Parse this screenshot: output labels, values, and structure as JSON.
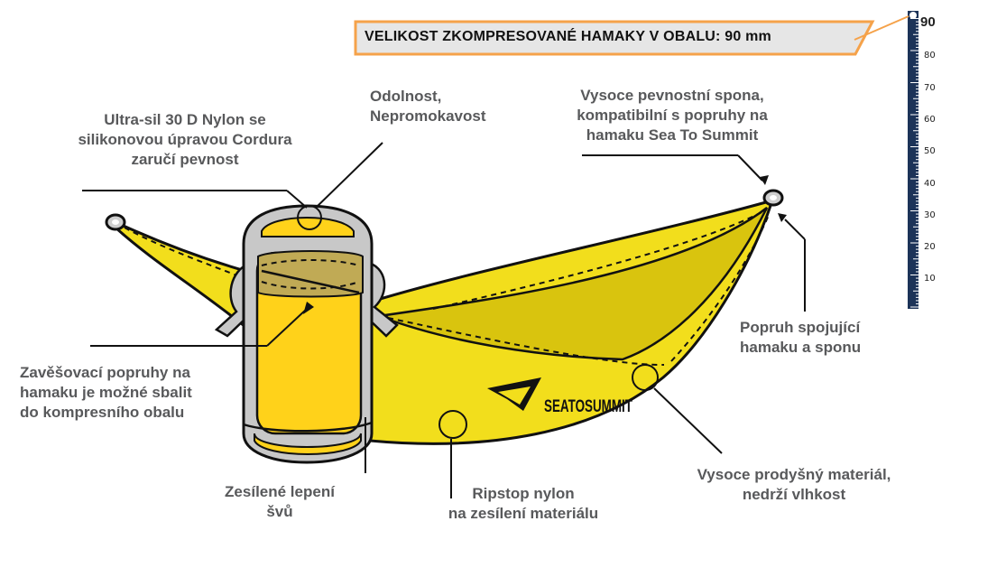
{
  "banner": {
    "text": "VELIKOST ZKOMPRESOVANÉ HAMAKY V OBALU: 90 mm"
  },
  "scale": {
    "max_label": "90",
    "ticks": [
      "80",
      "70",
      "60",
      "50",
      "40",
      "30",
      "20",
      "10"
    ]
  },
  "brand": {
    "logo_text": "SEATOSUMMIT"
  },
  "labels": {
    "nylon": [
      "Ultra-sil 30 D Nylon se",
      "silikonovou úpravou Cordura",
      "zaručí pevnost"
    ],
    "odolnost": [
      "Odolnost,",
      "Nepromokavost"
    ],
    "spona": [
      "Vysoce pevnostní spona,",
      "kompatibilní s popruhy na",
      "hamaku Sea To Summit"
    ],
    "popruh": [
      "Popruh spojující",
      "hamaku a sponu"
    ],
    "zavesovaci": [
      "Zavěšovací popruhy na",
      "hamaku je možné sbalit",
      "do kompresního obalu"
    ],
    "zesilene": [
      "Zesílené lepení",
      "švů"
    ],
    "ripstop": [
      "Ripstop nylon",
      "na zesílení materiálu"
    ],
    "prodysny": [
      "Vysoce prodyšný materiál,",
      "nedrží vlhkost"
    ]
  },
  "colors": {
    "hammock_yellow": "#f2de1c",
    "hammock_dark": "#d9c40e",
    "bag_yellow": "#ffd21a",
    "bag_gray": "#c8c8c8",
    "label_gray": "#58595b",
    "banner_orange": "#f5a24a",
    "banner_fill": "#e6e6e6",
    "scale_blue": "#1c3358"
  }
}
